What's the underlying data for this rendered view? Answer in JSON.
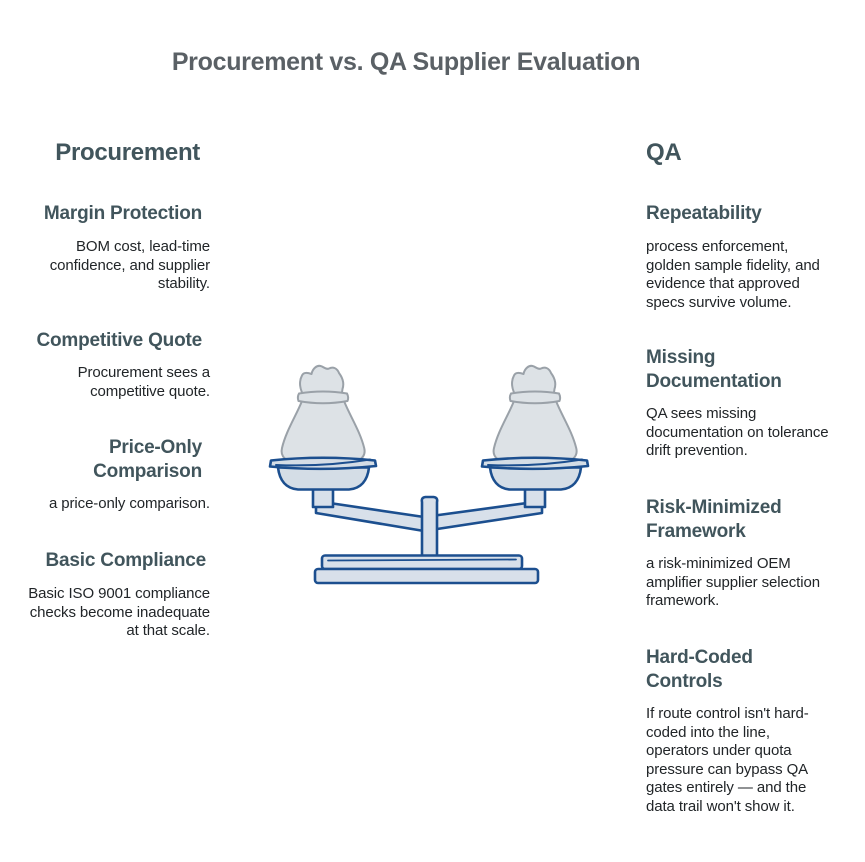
{
  "title": "Procurement vs. QA Supplier Evaluation",
  "left_column": {
    "header": "Procurement",
    "sections": [
      {
        "heading": "Margin Protection",
        "body": "BOM cost, lead-time\nconfidence, and supplier\nstability."
      },
      {
        "heading": "Competitive Quote",
        "body": "Procurement sees a\ncompetitive quote."
      },
      {
        "heading": "Price-Only\nComparison",
        "body": "a price-only comparison."
      },
      {
        "heading": "Basic Compliance",
        "body": "Basic ISO 9001 compliance\nchecks become inadequate\nat that scale."
      }
    ]
  },
  "right_column": {
    "header": "QA",
    "sections": [
      {
        "heading": "Repeatability",
        "body": "process enforcement,\ngolden sample fidelity, and\nevidence that approved\nspecs survive volume."
      },
      {
        "heading": "Missing\nDocumentation",
        "body": "QA sees missing\ndocumentation on tolerance\ndrift prevention."
      },
      {
        "heading": "Risk-Minimized\nFramework",
        "body": "a risk-minimized OEM\namplifier supplier selection\nframework."
      },
      {
        "heading": "Hard-Coded\nControls",
        "body": "If route control isn't hard-\ncoded into the line,\noperators under quota\npressure can bypass QA\ngates entirely — and the\ndata trail won't show it."
      }
    ]
  },
  "illustration": {
    "icon": "balance-scale-with-money-bags"
  },
  "colors": {
    "background": "#ffffff",
    "title_text": "#5a6065",
    "heading_text": "#41555c",
    "body_text": "#212528",
    "scale_outline": "#1c4f8f",
    "scale_fill": "#d8e0ea",
    "bag_outline": "#9aa1a8",
    "bag_fill": "#dde2e6"
  }
}
